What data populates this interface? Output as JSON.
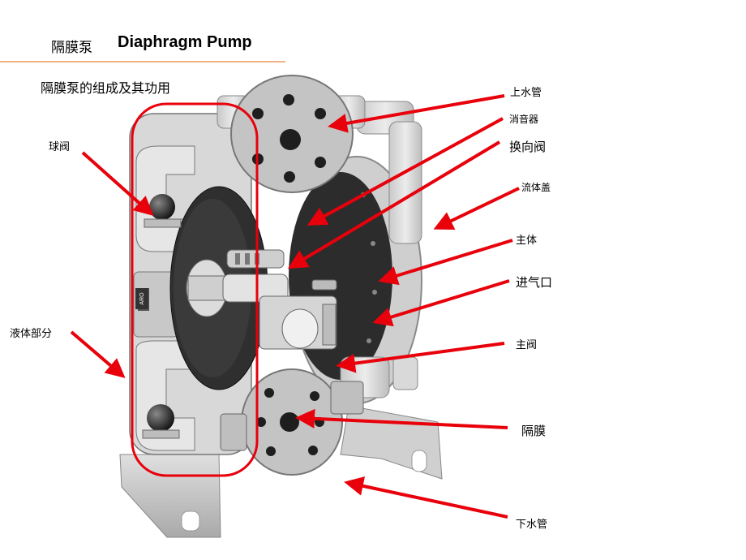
{
  "header": {
    "title_zh": "隔膜泵",
    "title_en": "Diaphragm Pump"
  },
  "subtitle": "隔膜泵的组成及其功用",
  "labels": {
    "upper_pipe": "上水管",
    "muffler": "消音器",
    "reversing_valve": "换向阀",
    "fluid_cover": "流体盖",
    "main_body": "主体",
    "air_inlet": "进气口",
    "main_valve": "主阀",
    "diaphragm": "隔膜",
    "lower_pipe": "下水管",
    "ball_valve": "球阀",
    "fluid_section": "液体部分"
  },
  "pump_badge": "ARO",
  "colors": {
    "arrow": "#e8000b",
    "highlight": "#e8000b",
    "title_rule": "#f4b183"
  }
}
